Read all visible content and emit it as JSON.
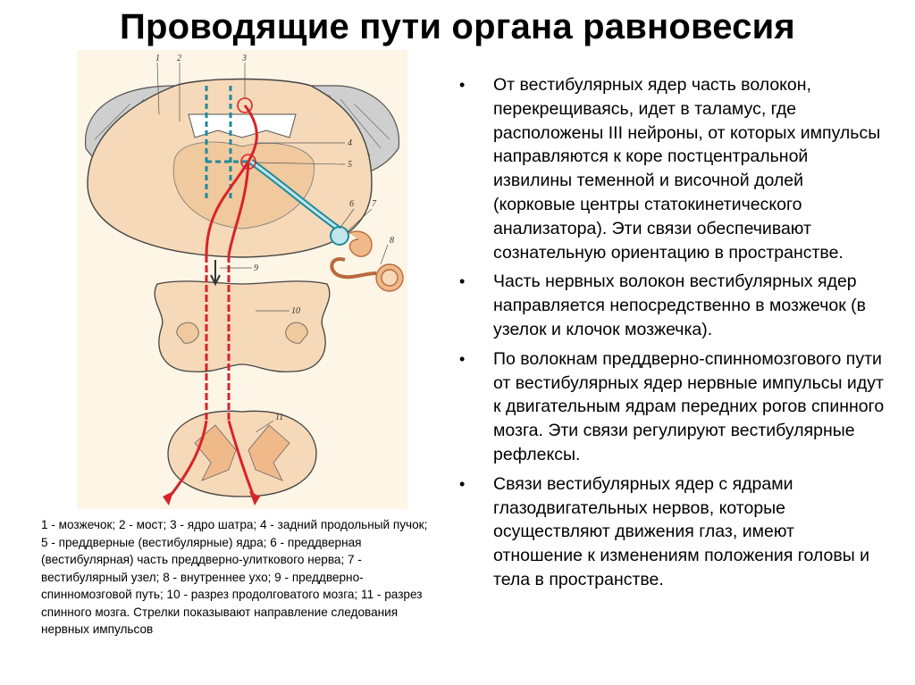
{
  "title": "Проводящие пути органа равновесия",
  "figure": {
    "labels": [
      "1",
      "2",
      "3",
      "4",
      "5",
      "6",
      "7",
      "8",
      "9",
      "10",
      "11"
    ]
  },
  "caption": "1 - мозжечок; 2 - мост; 3 - ядро шатра; 4 - задний продольный пучок; 5 - преддверные (вестибулярные) ядра; 6 - преддверная (вестибулярная) часть преддверно-улиткового нерва; 7 - вестибулярный узел; 8 - внутреннее ухо; 9 - преддверно-спинномозговой путь; 10 - разрез продолговатого мозга; 11 - разрез спинного мозга. Стрелки показывают направление следования нервных импульсов",
  "bullet_marker": "•",
  "bullets": [
    "От вестибулярных ядер часть волокон, перекрещиваясь, идет в таламус, где расположены III нейроны, от которых импульсы направляются к коре постцентральной извилины теменной и височной долей (корковые центры статокинетического анализатора). Эти связи обеспечивают сознательную ориентацию в пространстве.",
    " Часть нервных волокон вестибулярных ядер направляется непосредственно в мозжечок (в узелок и клочок мозжечка).",
    " По волокнам преддверно-спинномозгового пути от вестибулярных ядер нервные импульсы идут к двигательным ядрам передних рогов спинного мозга. Эти связи регулируют вестибулярные рефлексы.",
    " Связи вестибулярных ядер с ядрами глазодвигательных нервов, которые осуществляют движения глаз, имеют отношение к изменениям положения головы и тела в пространстве."
  ],
  "colors": {
    "tissue": "#f6d9b8",
    "path_red": "#d8232a",
    "path_blue": "#1f8a9a",
    "cerebellum": "#c8c8c8"
  }
}
